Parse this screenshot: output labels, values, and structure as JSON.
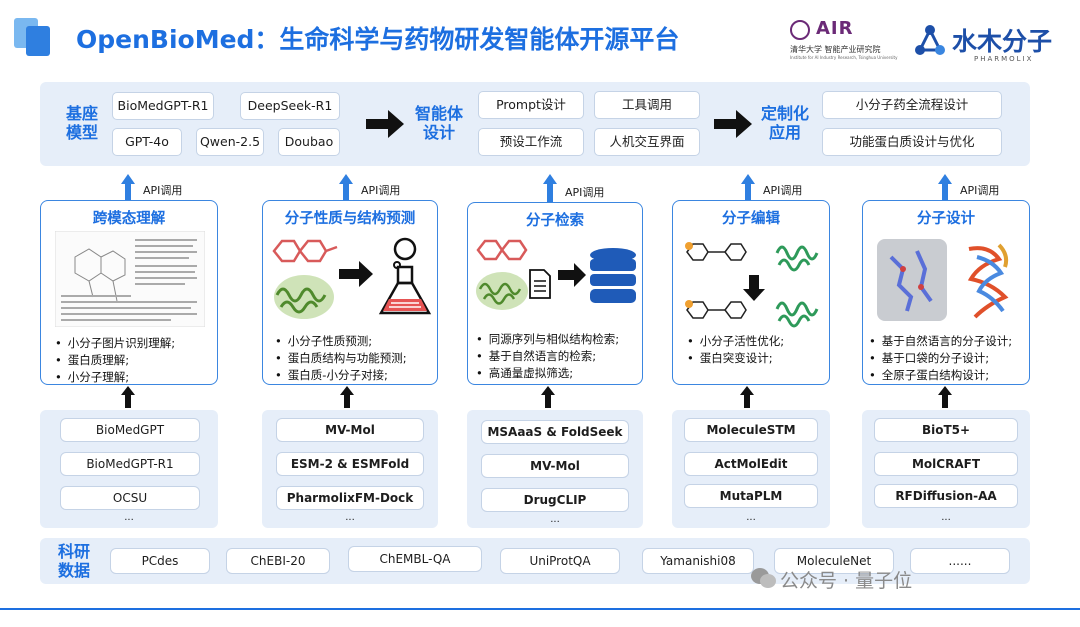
{
  "header": {
    "title": "OpenBioMed：生命科学与药物研发智能体开源平台",
    "air_logo": {
      "mark": "AIR",
      "line1": "清华大学 智能产业研究院",
      "line2": "Institute for AI Industry Research, Tsinghua University"
    },
    "pharm_logo": {
      "name": "水木分子",
      "sub": "PHARMOLIX"
    }
  },
  "top_row": {
    "foundation": {
      "label": "基座\n模型",
      "models": [
        "BioMedGPT-R1",
        "DeepSeek-R1",
        "GPT-4o",
        "Qwen-2.5",
        "Doubao"
      ]
    },
    "agent": {
      "label": "智能体\n设计",
      "items": [
        "Prompt设计",
        "工具调用",
        "预设工作流",
        "人机交互界面"
      ]
    },
    "custom": {
      "label": "定制化\n应用",
      "items": [
        "小分子药全流程设计",
        "功能蛋白质设计与优化"
      ]
    }
  },
  "api_label": "API调用",
  "cards": [
    {
      "title": "跨模态理解",
      "bullets": [
        "小分子图片识别理解;",
        "蛋白质理解;",
        "小分子理解;"
      ]
    },
    {
      "title": "分子性质与结构预测",
      "bullets": [
        "小分子性质预测;",
        "蛋白质结构与功能预测;",
        "蛋白质-小分子对接;"
      ]
    },
    {
      "title": "分子检索",
      "bullets": [
        "同源序列与相似结构检索;",
        "基于自然语言的检索;",
        "高通量虚拟筛选;"
      ]
    },
    {
      "title": "分子编辑",
      "bullets": [
        "小分子活性优化;",
        "蛋白突变设计;"
      ]
    },
    {
      "title": "分子设计",
      "bullets": [
        "基于自然语言的分子设计;",
        "基于口袋的分子设计;",
        "全原子蛋白结构设计;"
      ]
    }
  ],
  "model_groups": [
    {
      "models": [
        "BioMedGPT",
        "BioMedGPT-R1",
        "OCSU"
      ],
      "more": "..."
    },
    {
      "models": [
        "MV-Mol",
        "ESM-2 & ESMFold",
        "PharmolixFM-Dock"
      ],
      "more": "..."
    },
    {
      "models": [
        "MSAaaS & FoldSeek",
        "MV-Mol",
        "DrugCLIP"
      ],
      "more": "..."
    },
    {
      "models": [
        "MoleculeSTM",
        "ActMolEdit",
        "MutaPLM"
      ],
      "more": "..."
    },
    {
      "models": [
        "BioT5+",
        "MolCRAFT",
        "RFDiffusion-AA"
      ],
      "more": "..."
    }
  ],
  "data_row": {
    "label": "科研\n数据",
    "items": [
      "PCdes",
      "ChEBI-20",
      "ChEMBL-QA",
      "UniProtQA",
      "Yamanishi08",
      "MoleculeNet",
      "......"
    ]
  },
  "watermark": "公众号 · 量子位",
  "colors": {
    "accent": "#1d6fe0",
    "panel": "#e6eef9",
    "card_border": "#3b86e0"
  }
}
